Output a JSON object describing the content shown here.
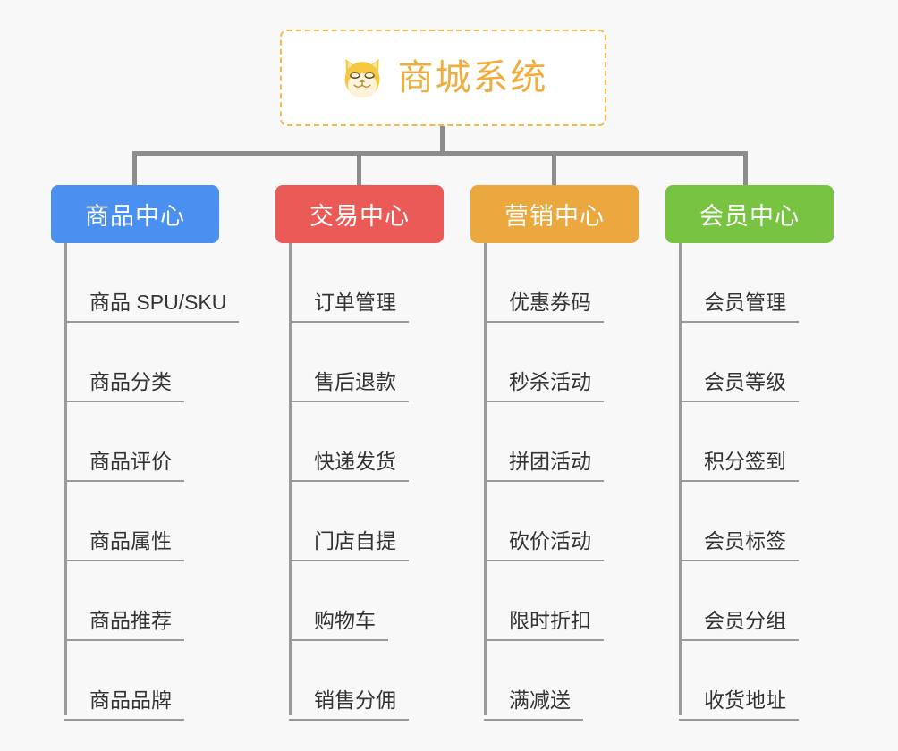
{
  "page": {
    "background_color": "#f8f8f8",
    "line_color": "#9a9a9a"
  },
  "root": {
    "title": "商城系统",
    "icon": "shiba-dog-icon",
    "border_color": "#f5b948",
    "text_color": "#f0ad3e",
    "background_color": "#ffffff"
  },
  "columns": [
    {
      "id": "product-center",
      "label": "商品中心",
      "color": "#4a90f0",
      "items": [
        {
          "label": "商品 SPU/SKU"
        },
        {
          "label": "商品分类"
        },
        {
          "label": "商品评价"
        },
        {
          "label": "商品属性"
        },
        {
          "label": "商品推荐"
        },
        {
          "label": "商品品牌"
        }
      ]
    },
    {
      "id": "trade-center",
      "label": "交易中心",
      "color": "#ea5a56",
      "items": [
        {
          "label": "订单管理"
        },
        {
          "label": "售后退款"
        },
        {
          "label": "快递发货"
        },
        {
          "label": "门店自提"
        },
        {
          "label": "购物车"
        },
        {
          "label": "销售分佣"
        }
      ]
    },
    {
      "id": "marketing-center",
      "label": "营销中心",
      "color": "#eaa83f",
      "items": [
        {
          "label": "优惠券码"
        },
        {
          "label": "秒杀活动"
        },
        {
          "label": "拼团活动"
        },
        {
          "label": "砍价活动"
        },
        {
          "label": "限时折扣"
        },
        {
          "label": "满减送"
        }
      ]
    },
    {
      "id": "member-center",
      "label": "会员中心",
      "color": "#78c442",
      "items": [
        {
          "label": "会员管理"
        },
        {
          "label": "会员等级"
        },
        {
          "label": "积分签到"
        },
        {
          "label": "会员标签"
        },
        {
          "label": "会员分组"
        },
        {
          "label": "收货地址"
        }
      ]
    }
  ]
}
